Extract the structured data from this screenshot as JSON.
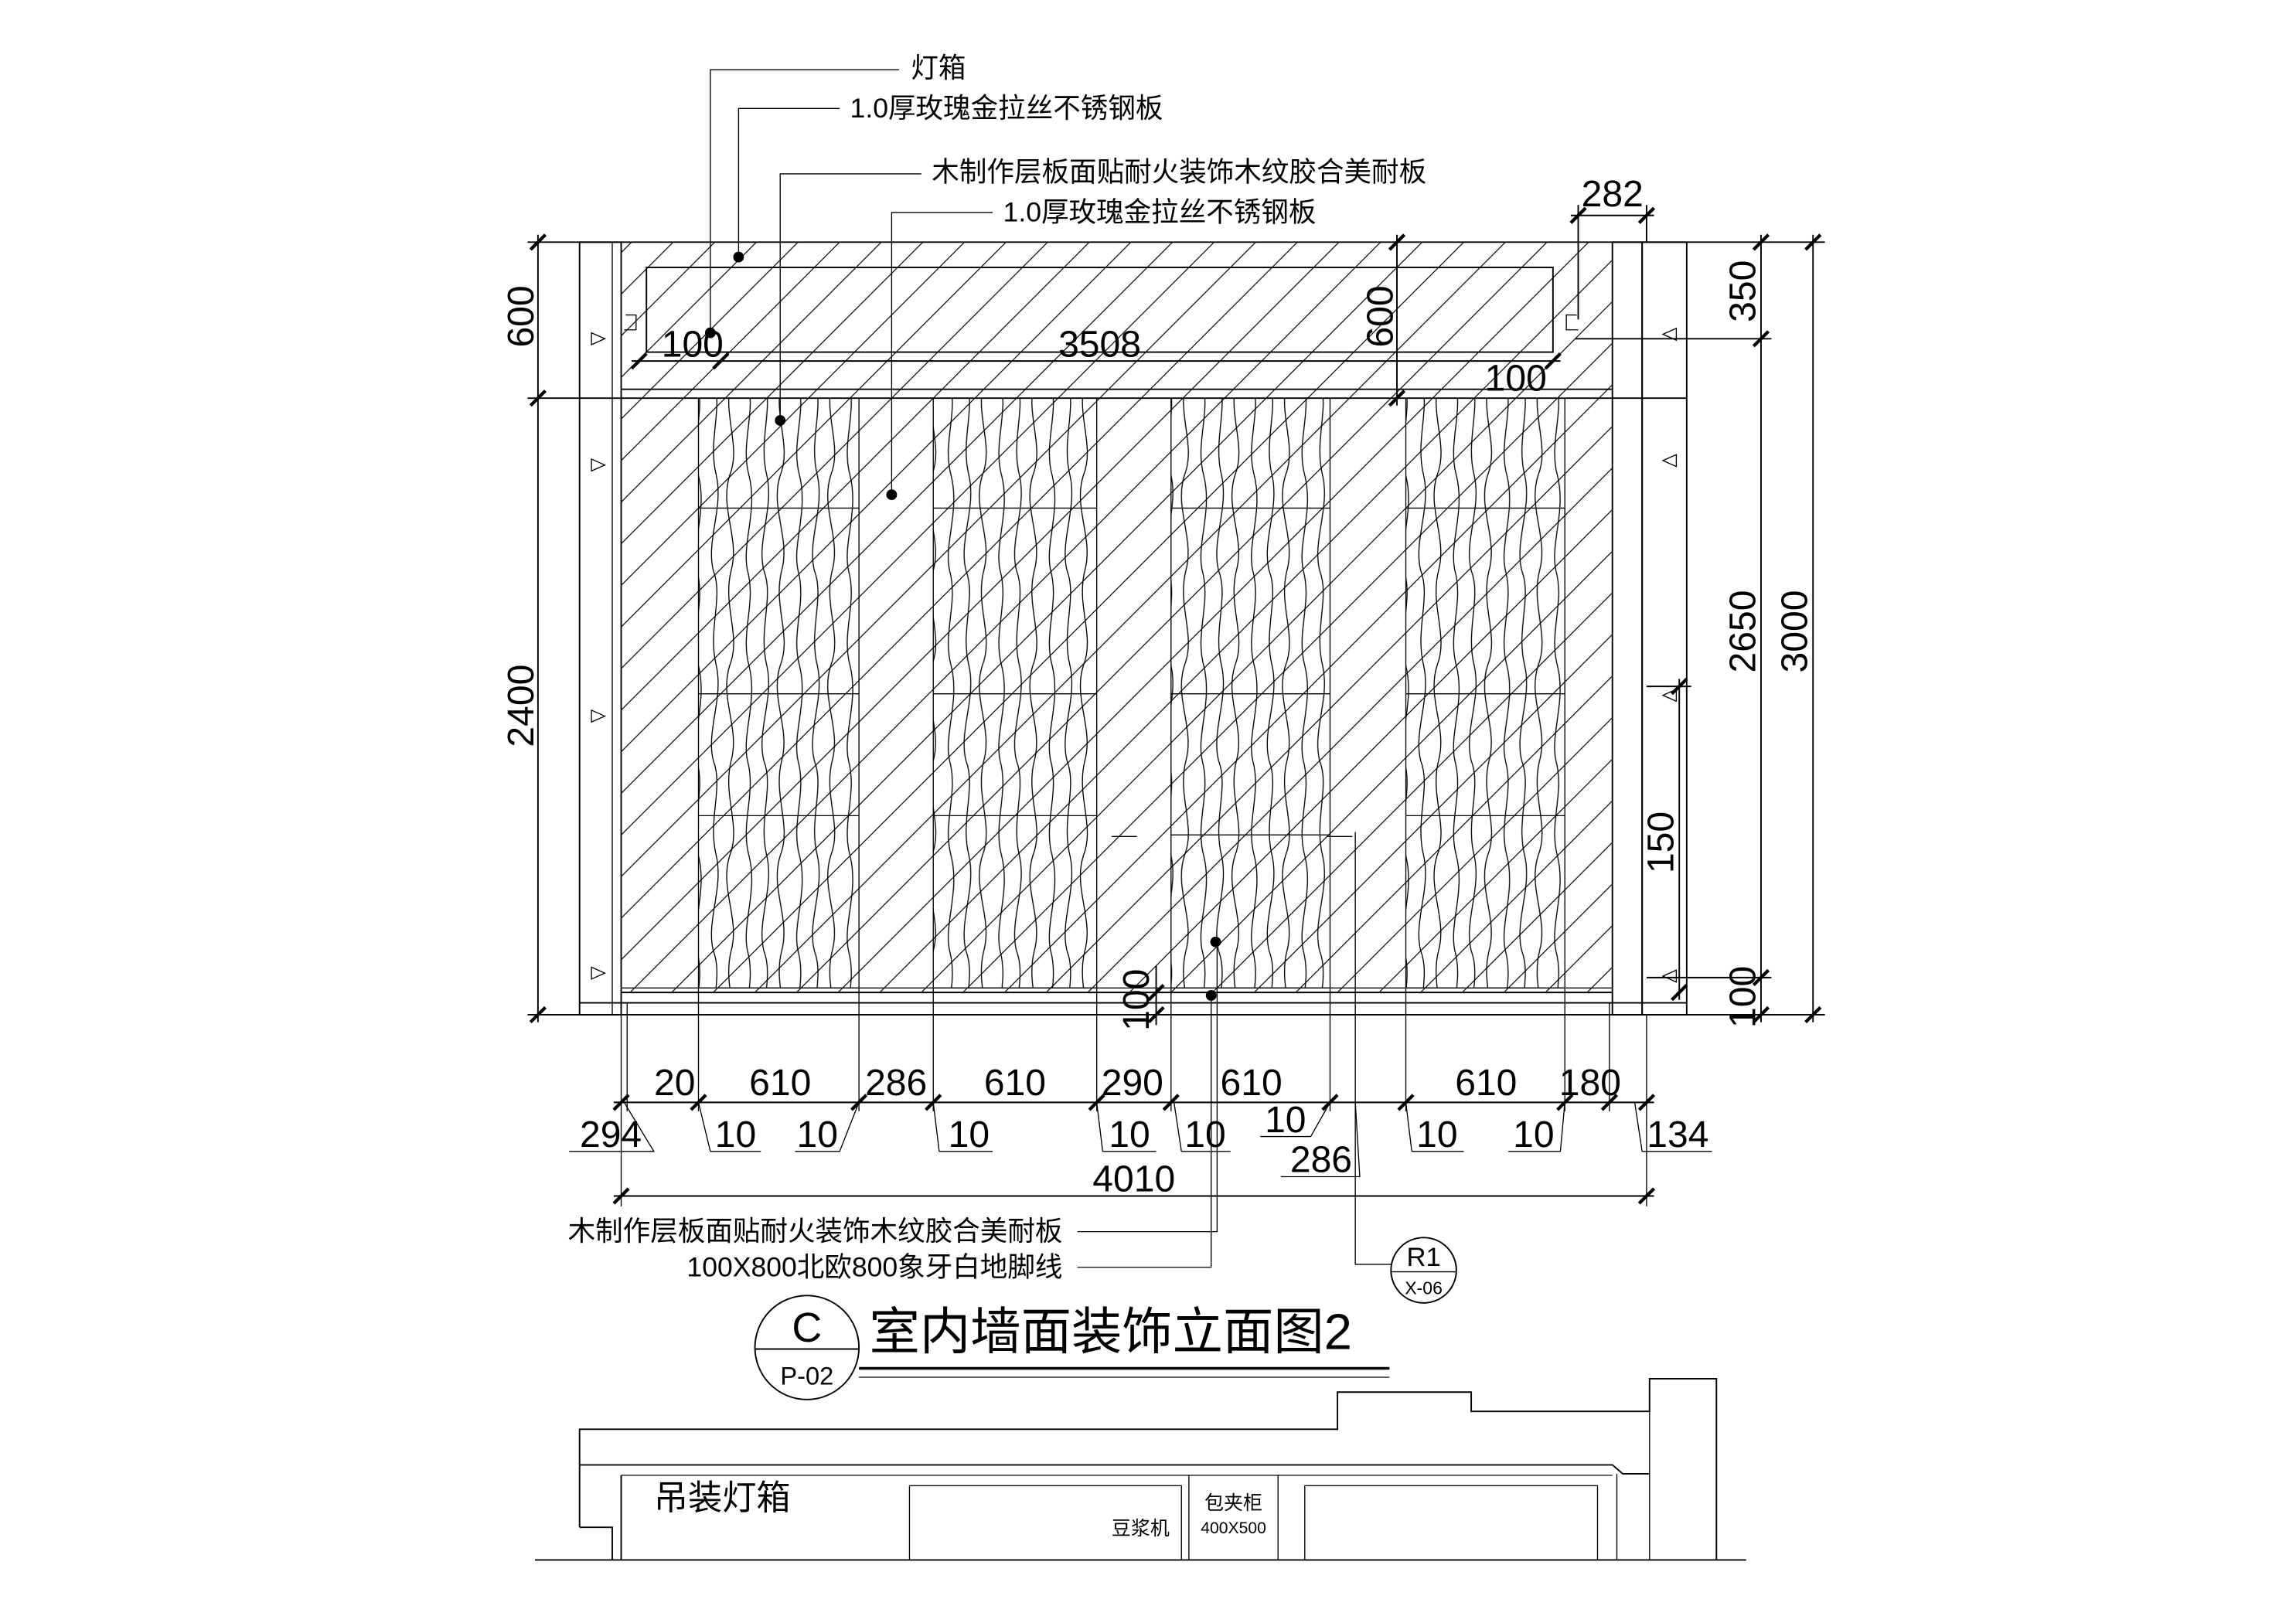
{
  "drawing_title": {
    "symbol_letter": "C",
    "symbol_sheet": "P-02",
    "text": "室内墙面装饰立面图2"
  },
  "section_marker": {
    "letter": "R1",
    "sheet": "X-06"
  },
  "callouts": {
    "top": [
      "灯箱",
      "1.0厚玫瑰金拉丝不锈钢板",
      "木制作层板面贴耐火装饰木纹胶合美耐板",
      "1.0厚玫瑰金拉丝不锈钢板"
    ],
    "bottom": [
      "木制作层板面贴耐火装饰木纹胶合美耐板",
      "100X800北欧800象牙白地脚线"
    ]
  },
  "dimensions": {
    "left": {
      "upper": "600",
      "lower": "2400"
    },
    "top_inner": {
      "left_offset": "100",
      "width": "3508",
      "height": "600",
      "right_offset": "100"
    },
    "right": {
      "column": "282",
      "upper": "350",
      "lower": "2650",
      "total": "3000",
      "lower_zone": "150",
      "bottom": "100"
    },
    "bottom_row1": [
      "20",
      "610",
      "286",
      "610",
      "290",
      "610",
      "610",
      "180"
    ],
    "bottom_row2": [
      "294",
      "10",
      "10",
      "10",
      "10",
      "10",
      "10",
      "286",
      "10",
      "10",
      "134"
    ],
    "skirting": "100",
    "overall": "4010"
  },
  "plan_section": {
    "light_box": "吊装灯箱",
    "cabinet_name": "包夹柜",
    "cabinet_size": "400X500",
    "appliance": "豆浆机"
  }
}
